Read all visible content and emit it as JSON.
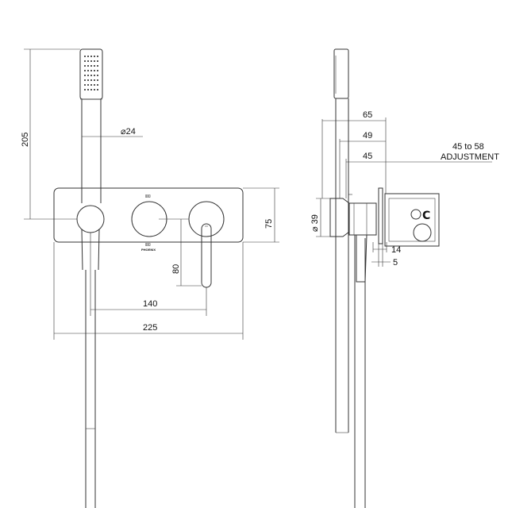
{
  "front_view": {
    "dim_height_205": "205",
    "dim_diameter_24": "⌀24",
    "dim_height_75": "75",
    "dim_height_80": "80",
    "dim_width_140": "140",
    "dim_width_225": "225",
    "brand_text": "PHOENIX"
  },
  "side_view": {
    "dim_65": "65",
    "dim_49": "49",
    "dim_45": "45",
    "adjust_range": "45 to 58",
    "adjust_label": "ADJUSTMENT",
    "dim_diameter_39": "⌀ 39",
    "dim_14": "14",
    "dim_5": "5",
    "inlet_symbol": "C"
  }
}
